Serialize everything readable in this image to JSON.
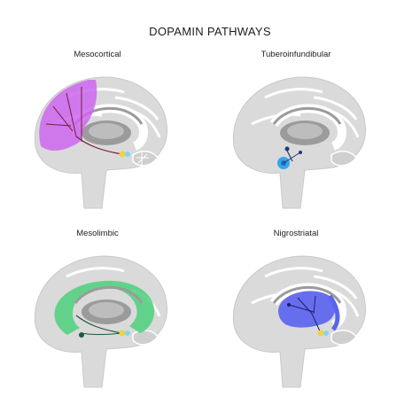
{
  "title": "DOPAMIN PATHWAYS",
  "panels": [
    {
      "label": "Mesocortical",
      "highlight": "#cc66ee"
    },
    {
      "label": "Tuberoinfundibular",
      "highlight": "#33a6ee"
    },
    {
      "label": "Mesolimbic",
      "highlight": "#4cd07d"
    },
    {
      "label": "Nigrostriatal",
      "highlight": "#5a62ee"
    }
  ],
  "colors": {
    "brain": "#dadada",
    "brain_outline": "#b8b8b8",
    "inner": "#ffffff",
    "structure": "#9b9b9b",
    "nucleus": "#f2d23c",
    "pathway": "#7a1b3a"
  }
}
